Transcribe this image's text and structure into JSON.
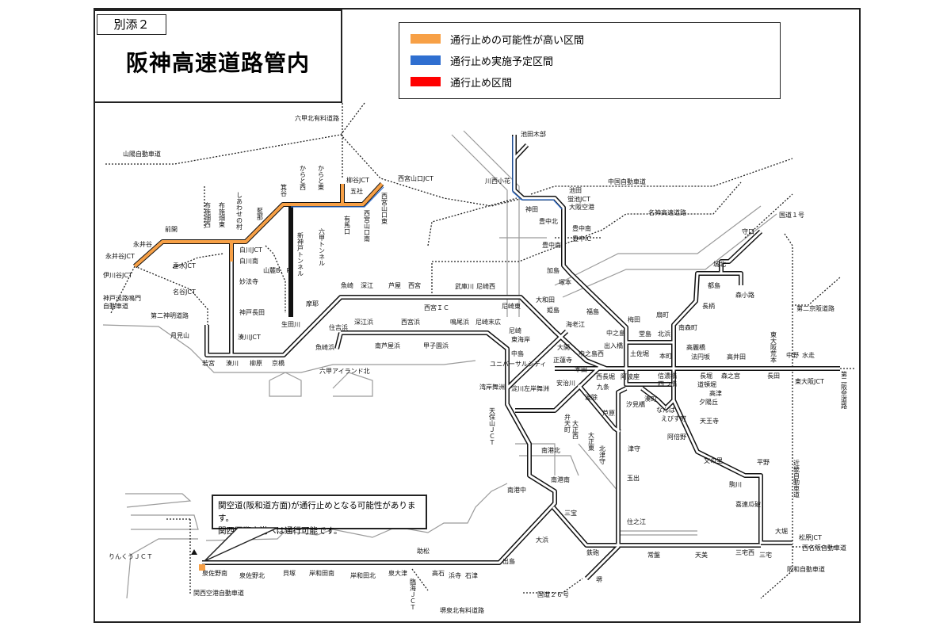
{
  "header": {
    "attachment_label": "別添２",
    "title": "阪神高速道路管内"
  },
  "legend": {
    "items": [
      {
        "label": "通行止めの可能性が高い区間",
        "color": "#F7A046"
      },
      {
        "label": "通行止め実施予定区間",
        "color": "#2F6FD0"
      },
      {
        "label": "通行止め区間",
        "color": "#FF0000"
      }
    ]
  },
  "callout": {
    "line1": "関空道(阪和道方面)が通行止めとなる可能性があります。",
    "line2": "関西国際空港へは通行可能です。"
  },
  "stations": {
    "sanyo": "山陽自動車道",
    "rokkohokuyuryo": "六甲北有料道路",
    "nishinomiyayamaguchijct": "西宮山口JCT",
    "yanagitanijct": "柳谷JCT",
    "gosha": "五社",
    "karatonishi": "からと西",
    "karatohigashi": "からと東",
    "minotani": "箕谷",
    "shiawase": "しあわせの村",
    "aina": "藍那",
    "fusehatanishi": "布施畑西",
    "fusehatahigashi": "布施畑東",
    "maebiraki": "前開",
    "nagaitani": "永井谷",
    "nagaitanijct": "永井谷JCT",
    "ikawadanijct": "伊川谷JCT",
    "tarumijct": "垂水JCT",
    "myodanijct": "名谷JCT",
    "shirakawajct": "白川JCT",
    "shirakawaminami": "白川南",
    "sanroku": "山麓B．P",
    "myohoji": "妙法寺",
    "kobenagata": "神戸長田",
    "minatogawajct": "湊川JCT",
    "shinkobetunnel": "新神戸トンネル",
    "rokkotunnel": "六甲トンネル",
    "arimaguchi": "有馬口",
    "nishinomiyayamaguchiminami": "西宮山口南",
    "nishinomiyayamaguchihigashi": "西宮山口東",
    "kobeawaji1": "神戸淡路鳴門",
    "kobeawaji2": "自動車道",
    "dainishinmei": "第二神明道路",
    "tsukimiyama": "月見山",
    "wakamiya": "若宮",
    "minatogawa": "湊川",
    "yanagihara": "柳原",
    "kyobashi": "京橋",
    "ikutagawa": "生田川",
    "maya": "摩耶",
    "uozaki": "魚崎",
    "fukae": "深江",
    "ashiya": "芦屋",
    "nishinomiya": "西宮",
    "nishinomiyaic": "西宮ＩＣ",
    "sumiyoshihama": "住吉浜",
    "fukaehama": "深江浜",
    "nishinomiyahama": "西宮浜",
    "uozakihama": "魚崎浜",
    "minamiashiyahama": "南芦屋浜",
    "koshienhama": "甲子園浜",
    "rokkoislandkita": "六甲アイランド北",
    "ikedakibe": "池田木部",
    "kawanishiobana": "川西小花",
    "kanda": "神田",
    "chugoku": "中国自動車道",
    "ikeda": "池田",
    "hotarugaikejct": "蛍池JCT",
    "osakakuko": "大阪空港",
    "toyonakakita": "豊中北",
    "toyonakaminami": "豊中南",
    "toyonakaic": "豊中IC",
    "toyonakaminami2": "豊中南",
    "meishin": "名神高速道路",
    "kokudo1": "国道１号",
    "moriguchi": "守口",
    "shirokita": "城北",
    "morishoji": "森小路",
    "miyakojima": "都島",
    "nagara": "長柄",
    "ogimachi": "扇町",
    "minamimorimachi": "南森町",
    "dojima": "堂島",
    "kitahama": "北浜",
    "umeda": "梅田",
    "fukushima": "福島",
    "tsukamoto": "塚本",
    "kashima": "加島",
    "mukogawa": "武庫川",
    "amagasakinishi": "尼崎西",
    "amagasakihigashi": "尼崎東",
    "owada": "大和田",
    "himejima": "姫島",
    "ebie": "海老江",
    "naruohama": "鳴尾浜",
    "amagasakisuehiro": "尼崎末広",
    "amagasaki": "尼崎",
    "higashikaigan": "東海岸",
    "nakanoshima": "中之島",
    "deiribashi": "出入橋",
    "koraibashi": "高麗橋",
    "tosabori": "土佐堀",
    "honmachi": "本町",
    "hoenzaka": "法円坂",
    "takaida": "高井田",
    "higashiosakaaramoto": "東大阪荒本",
    "nakano": "中野",
    "mizuhai": "水走",
    "nakajima": "中島",
    "universal": "ユニバーサルシティ",
    "hiraki": "大開",
    "shorenji": "正蓮寺",
    "nakanoshimanishi": "中之島西",
    "honden": "本田",
    "nishinagahori": "西長堀",
    "awaza": "阿波座",
    "shinanobashi": "信濃橋",
    "yotsubashi": "四つ橋",
    "nagahori": "長堀",
    "morinomiya": "森之宮",
    "nagata": "長田",
    "higashiosakajct": "東大阪JCT",
    "dainikeihan": "第二京阪道路",
    "dainihanna": "第二阪奈道路",
    "wanganmaishima": "湾岸舞洲",
    "yodogawasagan": "淀川左岸舞洲",
    "ajigawa": "安治川",
    "kujo": "九条",
    "bentencho": "弁天町",
    "taishonishi": "大正西",
    "taishohigashi": "大正東",
    "kitatsumori": "北津守",
    "namiyoke": "波除",
    "ashihara": "芦原",
    "shiomibashi": "汐見橋",
    "minatomachi": "湊町",
    "namba": "なんば",
    "ebisucho": "えびす町",
    "dotonbori": "道頓堀",
    "kozu": "高津",
    "yuhigaoka": "夕陽丘",
    "tennoji": "天王寺",
    "abeno": "阿倍野",
    "tsumori": "津守",
    "tamade": "玉出",
    "suminoe": "住之江",
    "fuminosato": "文の里",
    "hirano": "平野",
    "komagawa": "駒川",
    "kireuriwari": "喜連瓜破",
    "ohori": "大堀",
    "matsubarajct": "松原JCT",
    "nishimeihan": "西名阪自動車道",
    "hanwa": "阪和自動車道",
    "miyakenishi": "三宅西",
    "miyake": "三宅",
    "amami": "天美",
    "tokiwa": "常盤",
    "teppo": "鉄砲",
    "sakai": "堺",
    "kokudo26": "国道２６号",
    "sanpo": "三宝",
    "ohama": "大浜",
    "dejima": "出島",
    "nankokita": "南港北",
    "nankominami": "南港南",
    "nankonaka": "南港中",
    "tenpozanjct": "天保山ＪＣＴ",
    "kinki": "近畿自動車道",
    "rinkujct": "りんくうＪＣＴ",
    "izumisanominami": "泉佐野南",
    "izumisanokita": "泉佐野北",
    "kaizuka": "貝塚",
    "kishiwadaminami": "岸和田南",
    "kishiwadakita": "岸和田北",
    "izumiotsu": "泉大津",
    "sukematsu": "助松",
    "takaishi": "高石",
    "hamadera": "浜寺",
    "ishizu": "石津",
    "rinkaijct": "臨海ＪＣＴ",
    "sakaisenboku": "堺泉北有料道路",
    "kanku": "関西空港自動車道"
  }
}
